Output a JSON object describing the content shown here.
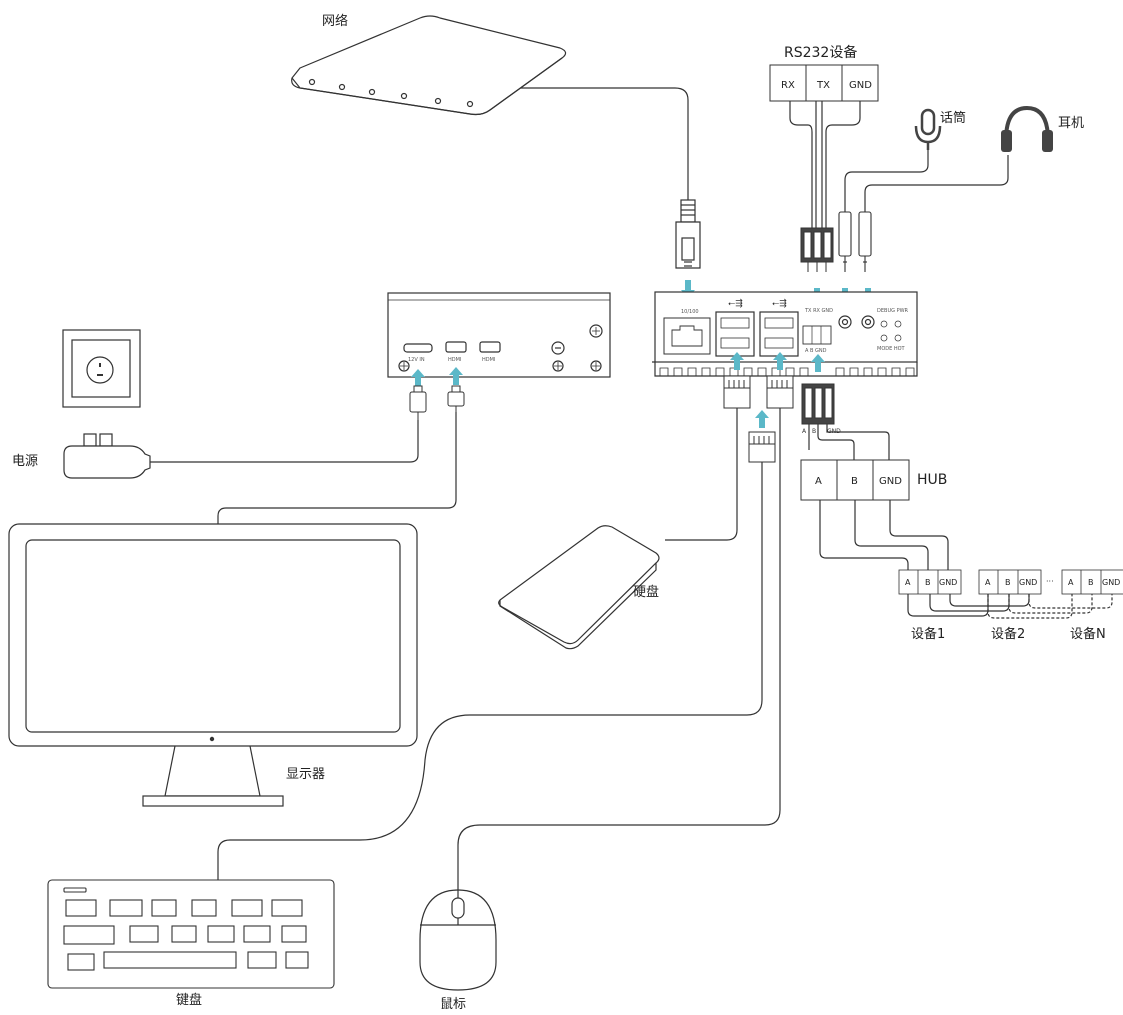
{
  "labels": {
    "network": "网络",
    "rs232_device": "RS232设备",
    "microphone": "话筒",
    "headphone": "耳机",
    "power": "电源",
    "hub": "HUB",
    "harddisk": "硬盘",
    "monitor": "显示器",
    "keyboard": "键盘",
    "mouse": "鼠标",
    "device1": "设备1",
    "device2": "设备2",
    "deviceN": "设备N",
    "ellipsis": "···"
  },
  "rs232_pins": [
    "RX",
    "TX",
    "GND"
  ],
  "hub_pins": [
    "A",
    "B",
    "GND"
  ],
  "device_pins": [
    "A",
    "B",
    "GND"
  ],
  "terminal_pins": [
    "A",
    "B",
    "GND"
  ],
  "colors": {
    "line": "#333333",
    "arrow": "#5bb8c8",
    "device_fill": "#ffffff"
  }
}
